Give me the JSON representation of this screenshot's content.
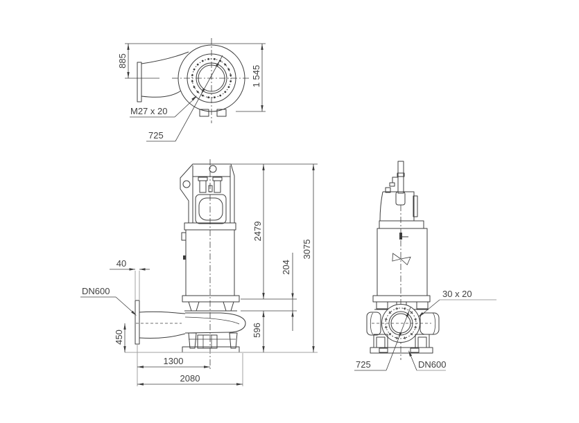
{
  "drawing": {
    "type": "pump-dimensional-drawing",
    "background": "#ffffff",
    "line_color": "#3c3c3c",
    "light_line_color": "#a0a0a0"
  },
  "top_view": {
    "dim_height_left": "885",
    "dim_height_right": "1 545",
    "label_thread": "M27 x 20",
    "label_bolt_circle": "725"
  },
  "side_view": {
    "dim_top_to_flange": "2479",
    "dim_total_height": "3075",
    "dim_flange_to_center": "204",
    "dim_center_to_base": "596",
    "dim_flange_thickness": "40",
    "label_inlet": "DN600",
    "dim_inlet_center_height": "450",
    "dim_inlet_to_axis": "1300",
    "dim_total_length": "2080"
  },
  "front_view": {
    "label_holes": "30 x 20",
    "label_bolt_circle": "725",
    "label_outlet": "DN600"
  }
}
